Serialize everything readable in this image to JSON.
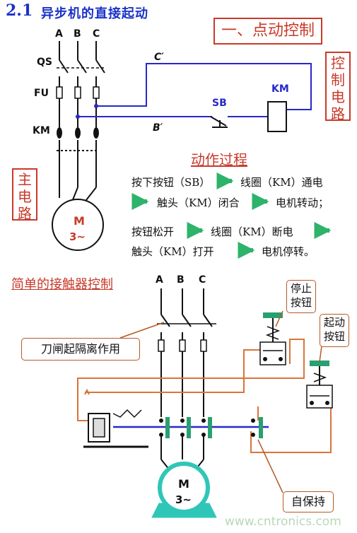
{
  "header": {
    "number": "2.1",
    "title": "异步机的直接起动"
  },
  "section1": {
    "title": "一、点动控制",
    "control_label": "控制电路",
    "main_label": "主电路",
    "phases": [
      "A",
      "B",
      "C"
    ],
    "labels": {
      "qs": "QS",
      "fu": "FU",
      "km": "KM",
      "c_prime": "C′",
      "b_prime": "B′",
      "sb": "SB",
      "km_coil": "KM"
    },
    "motor": {
      "line1": "M",
      "line2": "3~"
    },
    "process": {
      "title": "动作过程",
      "line1": "按下按钮（SB）",
      "line1b": "线圈（KM）通电",
      "line2": "触头（KM）闭合",
      "line2b": "电机转动；",
      "line3": "按钮松开",
      "line3b": "线圈（KM）断电",
      "line4": "触头（KM）打开",
      "line4b": "电机停转。"
    }
  },
  "section2": {
    "title": "简单的接触器控制",
    "phases": [
      "A",
      "B",
      "C"
    ],
    "callouts": {
      "knife": "刀闸起隔离作用",
      "stop": "停止按钮",
      "start": "起动按钮",
      "hold": "自保持"
    },
    "motor": {
      "line1": "M",
      "line2": "3~"
    }
  },
  "watermark": "www.cntronics.com",
  "colors": {
    "heading_blue": "#1b32c8",
    "accent_red": "#c83a2a",
    "wire_blue": "#2828c8",
    "wire_orange": "#d9743a",
    "arrow_green": "#2db36a",
    "contact_green": "#28a070",
    "motor_teal": "#2fc6b8"
  }
}
